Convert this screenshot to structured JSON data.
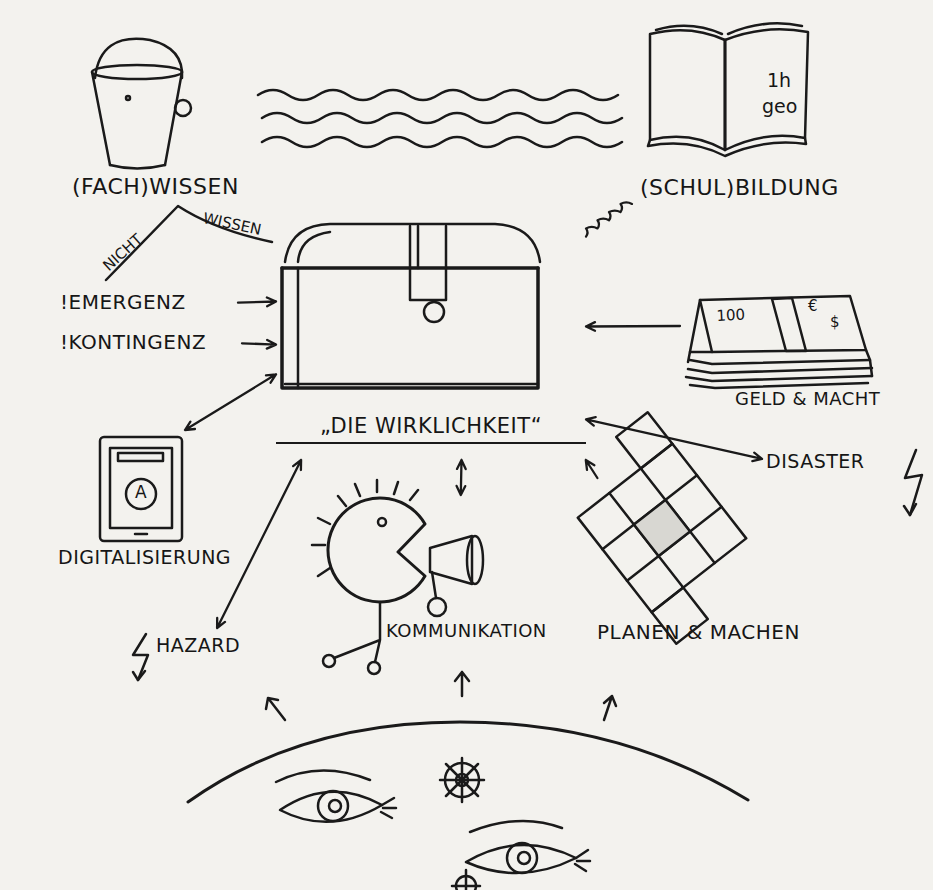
{
  "diagram": {
    "nodes": [
      {
        "text": [
          "(FACH)WISSEN"
        ]
      },
      {
        "text": [
          "(SCHUL)BILDUNG"
        ]
      },
      {
        "text": [
          "!EMERGENZ"
        ]
      },
      {
        "text": [
          "!KONTINGENZ"
        ]
      },
      {
        "text": [
          "„DIE WIRKLICHKEIT“"
        ]
      },
      {
        "text": [
          "GELD & MACHT"
        ]
      },
      {
        "text": [
          "DISASTER"
        ]
      },
      {
        "text": [
          "DIGITALISIERUNG"
        ]
      },
      {
        "text": [
          "HAZARD"
        ]
      },
      {
        "text": [
          "KOMMUNIKATION"
        ]
      },
      {
        "text": [
          "PLANEN & MACHEN"
        ]
      }
    ],
    "edges": [
      {
        "from": 2,
        "to": 4,
        "arrow": "to"
      },
      {
        "from": 3,
        "to": 4,
        "arrow": "to"
      },
      {
        "from": 5,
        "to": 4,
        "arrow": "to"
      },
      {
        "from": 4,
        "to": 6,
        "arrow": "both"
      },
      {
        "from": 4,
        "to": 7,
        "arrow": "both"
      },
      {
        "from": 4,
        "to": 8,
        "arrow": "both"
      },
      {
        "from": 4,
        "to": 9,
        "arrow": "both"
      },
      {
        "from": 10,
        "to": 4,
        "arrow": "to"
      },
      {
        "from": 1,
        "to": 4,
        "arrow": "none"
      }
    ],
    "labels": [
      "1h",
      "geo",
      "NICHT",
      "WISSEN",
      "100",
      "€",
      "$",
      "A"
    ]
  }
}
